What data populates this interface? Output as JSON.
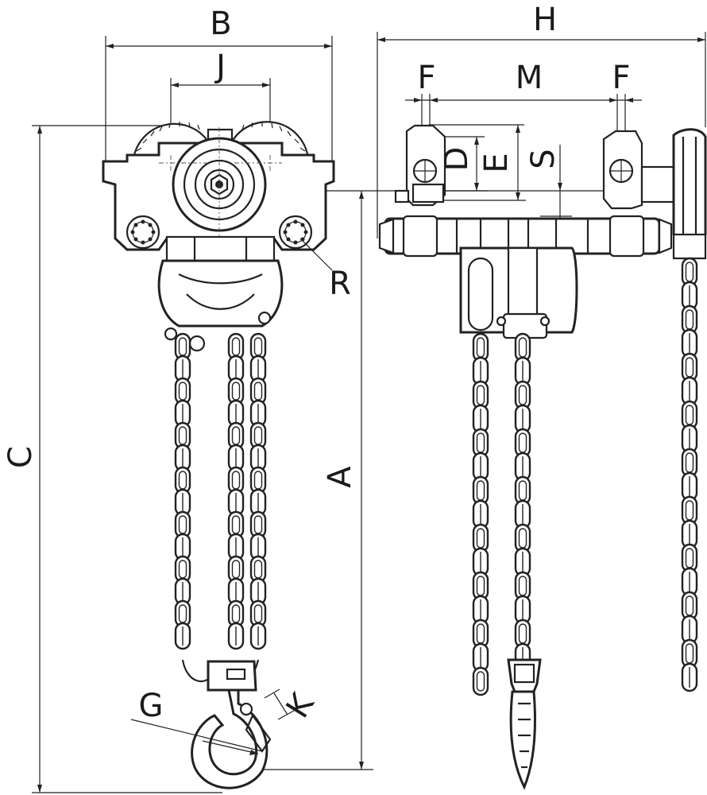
{
  "labels": {
    "B": "B",
    "J": "J",
    "R": "R",
    "C": "C",
    "A": "A",
    "G": "G",
    "K": "K",
    "H": "H",
    "F_left": "F",
    "M": "M",
    "F_right": "F",
    "D": "D",
    "E": "E",
    "S": "S"
  }
}
